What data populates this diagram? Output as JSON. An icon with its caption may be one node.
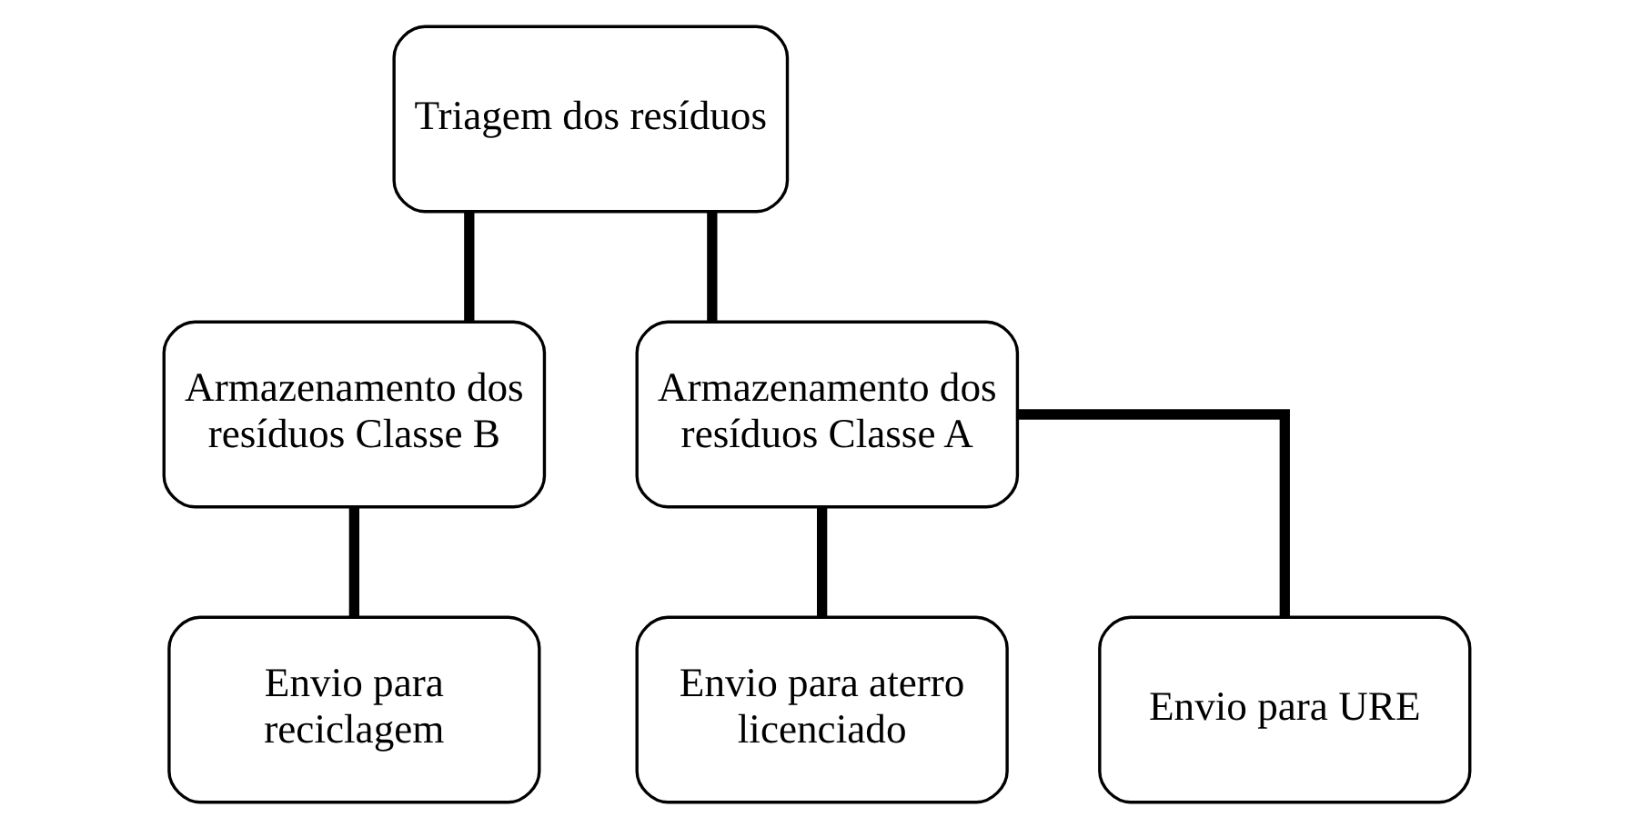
{
  "diagram": {
    "nodes": [
      {
        "text": [
          "Triagem dos resíduos"
        ]
      },
      {
        "text": [
          "Armazenamento dos resíduos Classe B"
        ]
      },
      {
        "text": [
          "Armazenamento dos resíduos Classe A"
        ]
      },
      {
        "text": [
          "Envio para reciclagem"
        ]
      },
      {
        "text": [
          "Envio para aterro licenciado"
        ]
      },
      {
        "text": [
          "Envio para URE"
        ]
      }
    ],
    "edges": [
      {
        "from": 0,
        "to": 1,
        "arrow": "none"
      },
      {
        "from": 0,
        "to": 2,
        "arrow": "none"
      },
      {
        "from": 1,
        "to": 3,
        "arrow": "none"
      },
      {
        "from": 2,
        "to": 4,
        "arrow": "none"
      },
      {
        "from": 2,
        "to": 5,
        "arrow": "none"
      }
    ]
  }
}
